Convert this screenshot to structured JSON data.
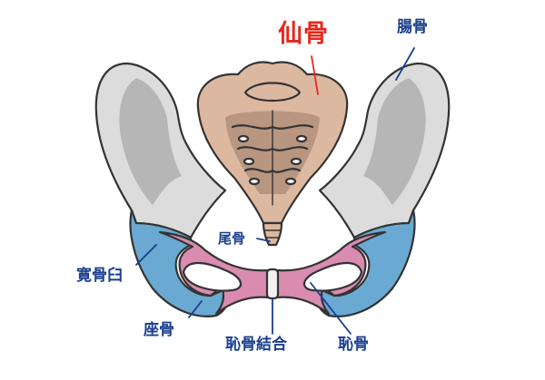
{
  "labels": {
    "sacrum": "仙骨",
    "ilium": "腸骨",
    "coccyx": "尾骨",
    "acetabulum": "寛骨臼",
    "ischium": "座骨",
    "pubic_symphysis": "恥骨結合",
    "pubis": "恥骨"
  },
  "colors": {
    "ilium": "#dcdcdc",
    "ilium_shade": "#b6b6b6",
    "ischium": "#6aa9d2",
    "pubis": "#d98bb0",
    "sacrum": "#ddb8a0",
    "sacrum_shade": "#b89680",
    "outline": "#333333",
    "label_blue": "#1a3f8f",
    "label_red": "#e8261c"
  }
}
